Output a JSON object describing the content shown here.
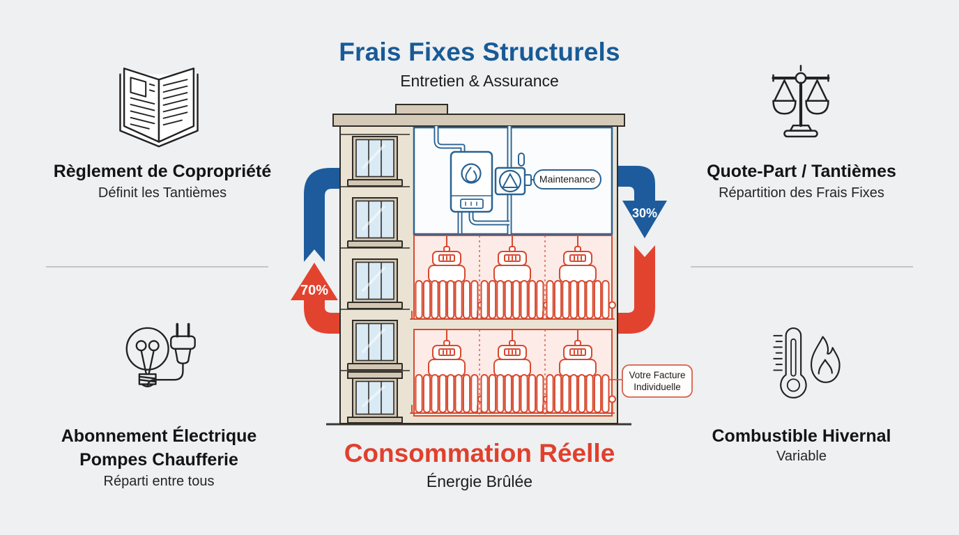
{
  "header": {
    "title": "Frais Fixes Structurels",
    "subtitle": "Entretien & Assurance"
  },
  "footer": {
    "title": "Consommation Réelle",
    "subtitle": "Énergie Brûlée"
  },
  "features": {
    "top_left": {
      "icon": "open-book-icon",
      "title": "Règlement de Copropriété",
      "subtitle": "Définit les Tantièmes"
    },
    "top_right": {
      "icon": "balance-scale-icon",
      "title": "Quote-Part / Tantièmes",
      "subtitle": "Répartition des Frais Fixes"
    },
    "bottom_left": {
      "icon": "lightbulb-plug-icon",
      "title_line1": "Abonnement Électrique",
      "title_line2": "Pompes Chaufferie",
      "subtitle": "Réparti entre tous"
    },
    "bottom_right": {
      "icon": "thermometer-flame-icon",
      "title": "Combustible Hivernal",
      "subtitle": "Variable"
    }
  },
  "diagram": {
    "maintenance_label": "Maintenance",
    "invoice_label_line1": "Votre Facture",
    "invoice_label_line2": "Individuelle",
    "fixed_share": "30%",
    "consumption_share": "70%"
  },
  "colors": {
    "background": "#eef0f2",
    "title_blue": "#185a96",
    "title_red": "#e0402c",
    "arrow_blue": "#1d5b9d",
    "arrow_red": "#e2432f",
    "building_beige": "#eae3d4",
    "roof_tan": "#d4cab7",
    "outline_dark": "#2f2c28",
    "boiler_room_bg": "#fafcfd",
    "pipe_blue": "#2a6292",
    "apartment_pink": "#fcebe7",
    "radiator_red": "#d7492f",
    "window_glass": "#d9eaf4"
  }
}
